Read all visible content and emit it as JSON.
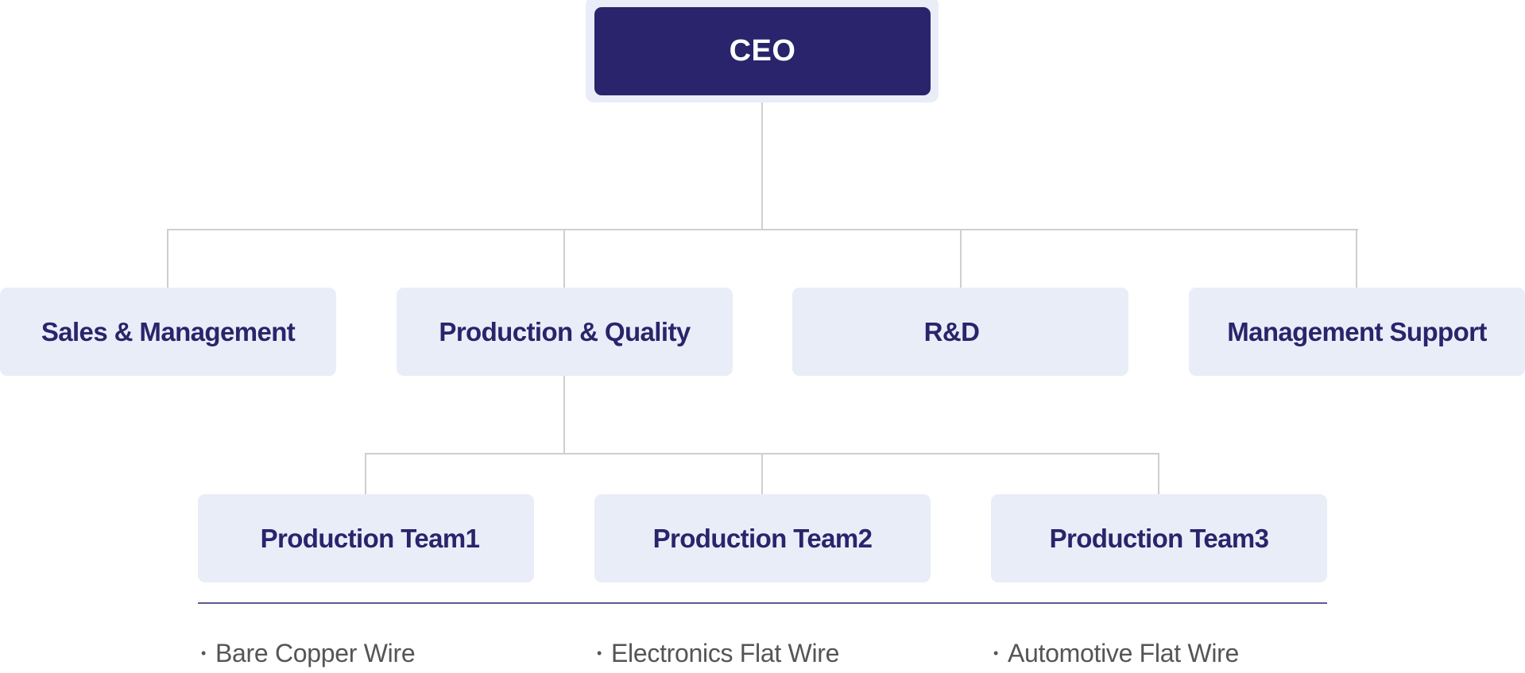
{
  "diagram": {
    "type": "org-chart",
    "colors": {
      "ceo_fill": "#29246b",
      "ceo_text": "#ffffff",
      "node_fill": "#e9edf8",
      "node_text": "#29246b",
      "connector": "#cfcfcf",
      "divider": "#5b5a94",
      "product_text": "#555555"
    },
    "root": {
      "label": "CEO"
    },
    "departments": [
      {
        "label": "Sales & Management"
      },
      {
        "label": "Production & Quality"
      },
      {
        "label": "R&D"
      },
      {
        "label": "Management Support"
      }
    ],
    "production_teams": {
      "parent": "Production & Quality",
      "teams": [
        {
          "label": "Production Team1",
          "product": "Bare Copper Wire"
        },
        {
          "label": "Production Team2",
          "product": "Electronics Flat Wire"
        },
        {
          "label": "Production Team3",
          "product": "Automotive Flat Wire"
        }
      ]
    },
    "bullet_glyph": "•"
  }
}
